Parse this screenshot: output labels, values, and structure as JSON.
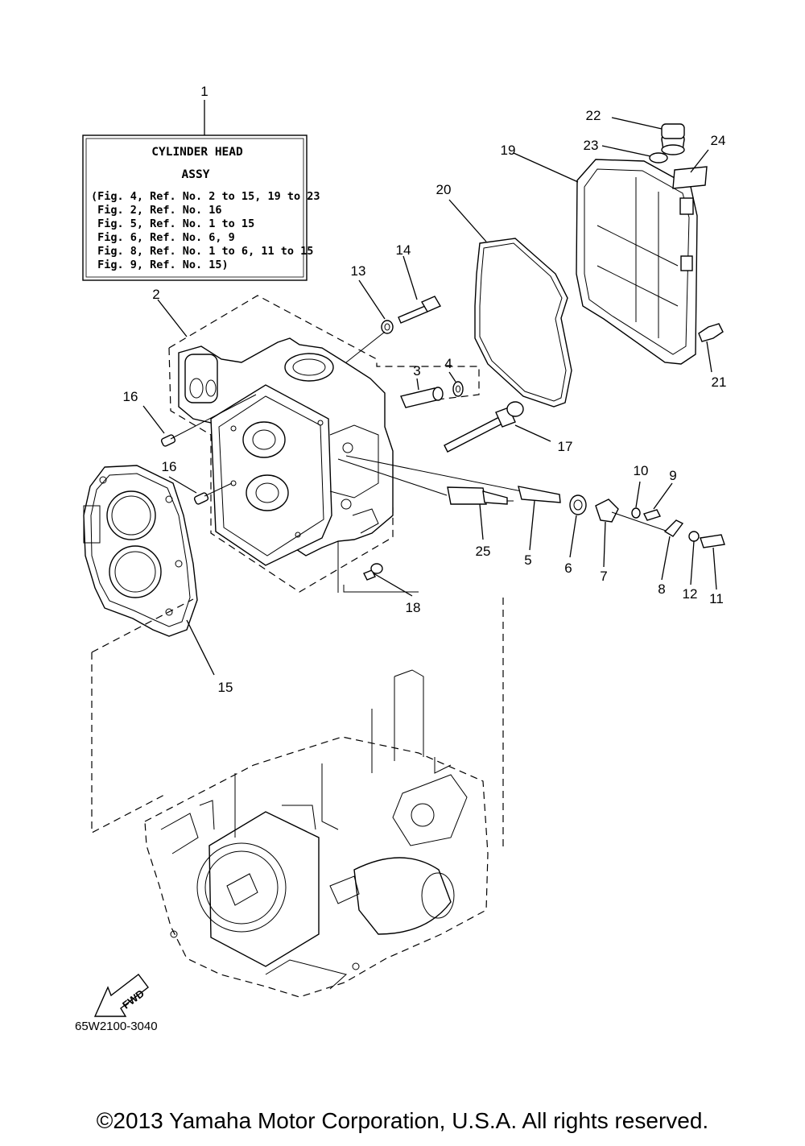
{
  "box": {
    "callout": "1",
    "title_line1": "CYLINDER HEAD",
    "title_line2": "ASSY",
    "refs": [
      "(Fig. 4, Ref. No. 2 to 15, 19 to 23",
      " Fig. 2, Ref. No. 16",
      " Fig. 5, Ref. No. 1 to 15",
      " Fig. 6, Ref. No. 6, 9",
      " Fig. 8, Ref. No. 1 to 6, 11 to 15",
      " Fig. 9, Ref. No. 15)"
    ]
  },
  "callouts": {
    "c2": "2",
    "c3": "3",
    "c4": "4",
    "c5": "5",
    "c6": "6",
    "c7": "7",
    "c8": "8",
    "c9": "9",
    "c10": "10",
    "c11": "11",
    "c12": "12",
    "c13": "13",
    "c14": "14",
    "c15": "15",
    "c16a": "16",
    "c16b": "16",
    "c17": "17",
    "c18": "18",
    "c19": "19",
    "c20": "20",
    "c21": "21",
    "c22": "22",
    "c23": "23",
    "c24": "24",
    "c25": "25"
  },
  "fwd_label": "FWD",
  "diagram_code": "65W2100-3040",
  "copyright": "©2013 Yamaha Motor Corporation, U.S.A. All rights reserved."
}
